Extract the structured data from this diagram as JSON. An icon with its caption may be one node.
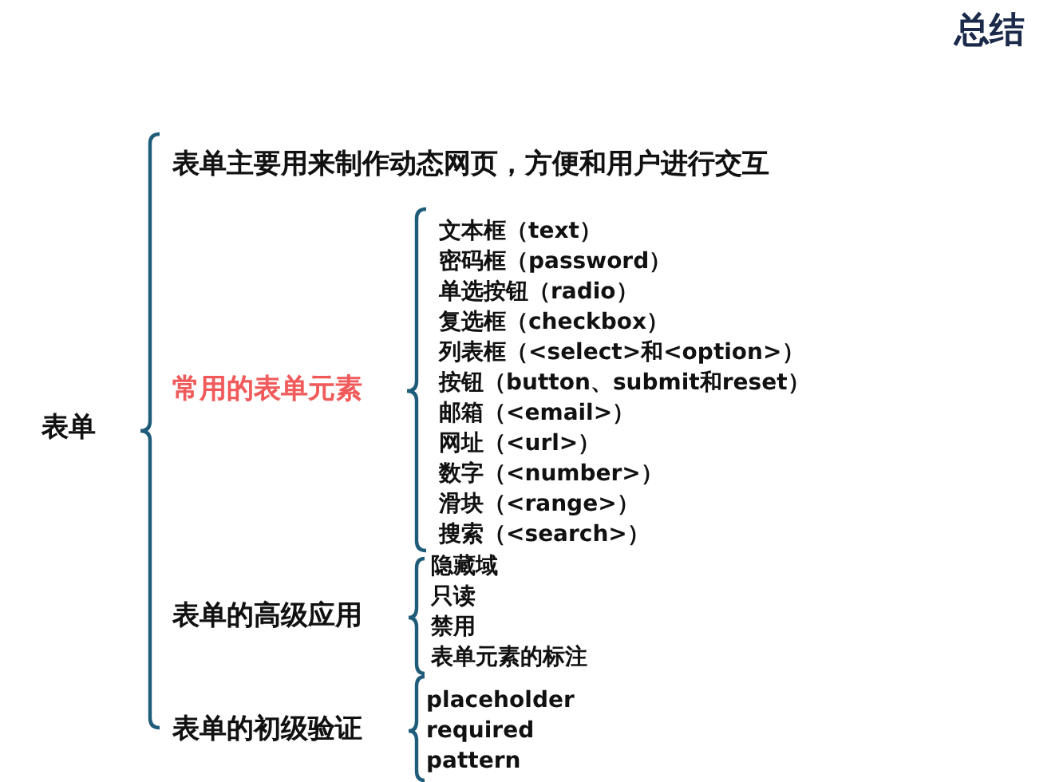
{
  "diagram": {
    "title": "总结",
    "nodes": [
      {
        "text": [
          "表单"
        ]
      },
      {
        "text": [
          "表单主要用来制作动态网页，方便和用户进行交互"
        ]
      },
      {
        "text": [
          "常用的表单元素"
        ]
      },
      {
        "text": [
          "表单的高级应用"
        ]
      },
      {
        "text": [
          "表单的初级验证"
        ]
      },
      {
        "text": [
          "文本框（text）",
          "密码框（password）",
          "单选按钮（radio）",
          "复选框（checkbox）",
          "列表框（<select>和<option>）",
          "按钮（button、submit和reset）",
          "邮箱（<email>）",
          "网址（<url>）",
          "数字（<number>）",
          "滑块（<range>）",
          "搜索（<search>）"
        ]
      },
      {
        "text": [
          "隐藏域",
          "只读",
          "禁用",
          "表单元素的标注"
        ]
      },
      {
        "text": [
          "placeholder",
          "required",
          "pattern"
        ]
      }
    ]
  }
}
